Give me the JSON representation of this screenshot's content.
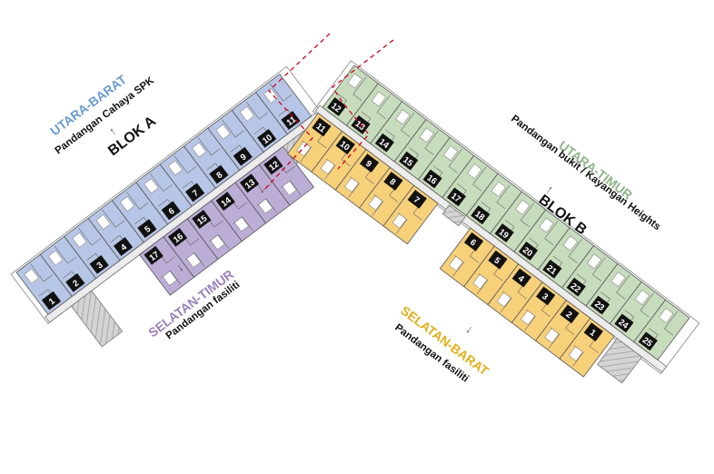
{
  "colors": {
    "blue": "#b7c6e6",
    "purple": "#bcadd6",
    "green": "#c7dcbc",
    "yellow": "#f7d07a",
    "service": "#cfcfcf",
    "corridor": "#ececec",
    "outline": "#555555",
    "badge": "#111111",
    "boundary": "#d0021b",
    "label_blue": "#6a9bd1",
    "label_purple": "#9b7fba",
    "label_green": "#8fb58a",
    "label_yellow": "#e3ad18",
    "label_dark": "#111111"
  },
  "blok_a": {
    "name": "BLOK A",
    "north": {
      "direction": "UTARA-BARAT",
      "view": "Pandangan Cahaya SPK",
      "arrow": "↑"
    },
    "south": {
      "direction": "SELATAN-TIMUR",
      "view": "Pandangan fasiliti",
      "arrow": "↓"
    },
    "north_units": [
      "1",
      "2",
      "3",
      "4",
      "5",
      "6",
      "7",
      "8",
      "9",
      "10",
      "11"
    ],
    "south_units": [
      "17",
      "16",
      "15",
      "14",
      "13",
      "12"
    ]
  },
  "blok_b": {
    "name": "BLOK B",
    "north": {
      "direction": "UTARA-TIMUR",
      "view": "Pandangan bukit / Kayangan Heights",
      "arrow": "↑"
    },
    "south": {
      "direction": "SELATAN-BARAT",
      "view": "Pandangan fasiliti",
      "arrow": "↓"
    },
    "north_units": [
      "12",
      "13",
      "14",
      "15",
      "16",
      "17",
      "18",
      "19",
      "20",
      "21",
      "22",
      "23",
      "24",
      "25"
    ],
    "south_units": [
      "11",
      "10",
      "9",
      "8",
      "7",
      "6",
      "5",
      "4",
      "3",
      "2",
      "1"
    ]
  }
}
